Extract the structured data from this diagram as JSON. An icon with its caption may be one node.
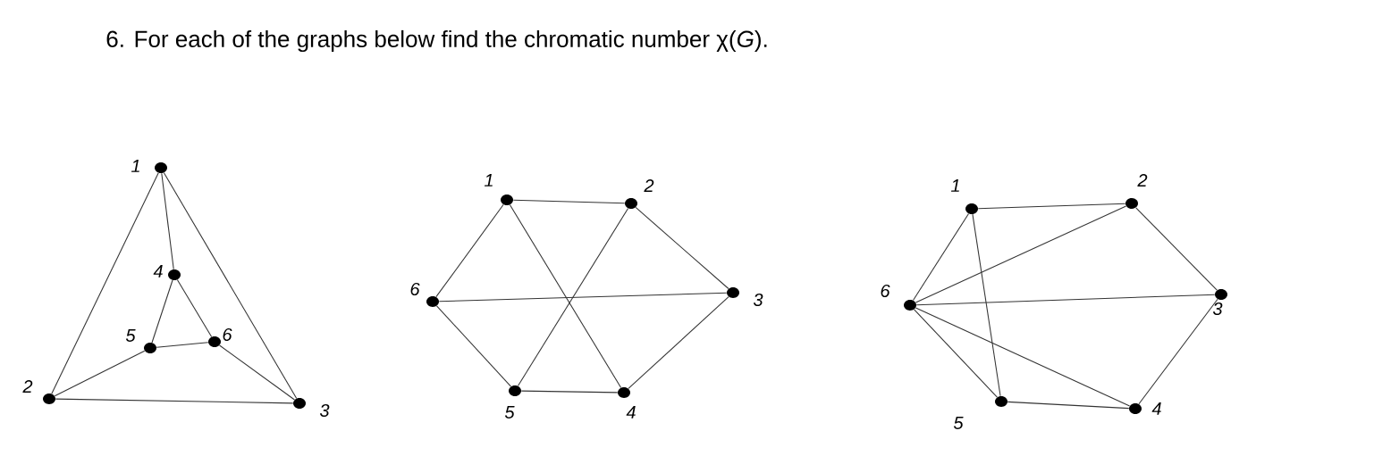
{
  "diagram": {
    "title": "6. For each of the graphs below find the chromatic number χ(*G*).",
    "nodes": [
      {
        "text": [],
        "shape": "circle",
        "beside": [
          "1"
        ]
      },
      {
        "text": [],
        "shape": "circle",
        "beside": [
          "2"
        ]
      },
      {
        "text": [],
        "shape": "circle",
        "beside": [
          "3"
        ]
      },
      {
        "text": [],
        "shape": "circle",
        "beside": [
          "4"
        ]
      },
      {
        "text": [],
        "shape": "circle",
        "beside": [
          "5"
        ]
      },
      {
        "text": [],
        "shape": "circle",
        "beside": [
          "6"
        ]
      },
      {
        "text": [],
        "shape": "circle",
        "beside": [
          "1"
        ]
      },
      {
        "text": [],
        "shape": "circle",
        "beside": [
          "2"
        ]
      },
      {
        "text": [],
        "shape": "circle",
        "beside": [
          "3"
        ]
      },
      {
        "text": [],
        "shape": "circle",
        "beside": [
          "4"
        ]
      },
      {
        "text": [],
        "shape": "circle",
        "beside": [
          "5"
        ]
      },
      {
        "text": [],
        "shape": "circle",
        "beside": [
          "6"
        ]
      },
      {
        "text": [],
        "shape": "circle",
        "beside": [
          "1"
        ]
      },
      {
        "text": [],
        "shape": "circle",
        "beside": [
          "2"
        ]
      },
      {
        "text": [],
        "shape": "circle",
        "beside": [
          "3"
        ]
      },
      {
        "text": [],
        "shape": "circle",
        "beside": [
          "4"
        ]
      },
      {
        "text": [],
        "shape": "circle",
        "beside": [
          "5"
        ]
      },
      {
        "text": [],
        "shape": "circle",
        "beside": [
          "6"
        ]
      }
    ],
    "edges": [
      {
        "from": 0,
        "to": 1,
        "arrow": "none"
      },
      {
        "from": 0,
        "to": 2,
        "arrow": "none"
      },
      {
        "from": 0,
        "to": 3,
        "arrow": "none"
      },
      {
        "from": 3,
        "to": 4,
        "arrow": "none"
      },
      {
        "from": 3,
        "to": 5,
        "arrow": "none"
      },
      {
        "from": 4,
        "to": 5,
        "arrow": "none"
      },
      {
        "from": 1,
        "to": 4,
        "arrow": "none"
      },
      {
        "from": 5,
        "to": 2,
        "arrow": "none"
      },
      {
        "from": 1,
        "to": 2,
        "arrow": "none"
      },
      {
        "from": 6,
        "to": 7,
        "arrow": "none"
      },
      {
        "from": 7,
        "to": 8,
        "arrow": "none"
      },
      {
        "from": 8,
        "to": 9,
        "arrow": "none"
      },
      {
        "from": 9,
        "to": 10,
        "arrow": "none"
      },
      {
        "from": 10,
        "to": 11,
        "arrow": "none"
      },
      {
        "from": 11,
        "to": 6,
        "arrow": "none"
      },
      {
        "from": 6,
        "to": 9,
        "arrow": "none"
      },
      {
        "from": 7,
        "to": 10,
        "arrow": "none"
      },
      {
        "from": 11,
        "to": 8,
        "arrow": "none"
      },
      {
        "from": 12,
        "to": 13,
        "arrow": "none"
      },
      {
        "from": 13,
        "to": 14,
        "arrow": "none"
      },
      {
        "from": 14,
        "to": 15,
        "arrow": "none"
      },
      {
        "from": 15,
        "to": 16,
        "arrow": "none"
      },
      {
        "from": 12,
        "to": 17,
        "arrow": "none"
      },
      {
        "from": 12,
        "to": 16,
        "arrow": "none"
      },
      {
        "from": 17,
        "to": 13,
        "arrow": "none"
      },
      {
        "from": 17,
        "to": 14,
        "arrow": "none"
      },
      {
        "from": 17,
        "to": 15,
        "arrow": "none"
      },
      {
        "from": 17,
        "to": 16,
        "arrow": "none"
      }
    ]
  }
}
